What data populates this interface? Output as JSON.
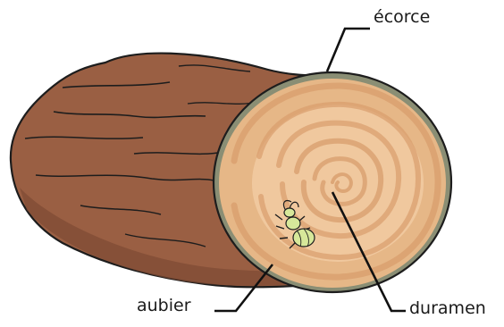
{
  "diagram": {
    "labels": {
      "bark": "écorce",
      "sapwood": "aubier",
      "heartwood": "duramen"
    },
    "parts": {
      "log_body": "log-body",
      "cross_section": "log-cross-section",
      "insect": "insect-larva-icon"
    },
    "colors": {
      "bark_fill": "#9a5f43",
      "bark_shadow": "#7d4a33",
      "bark_outline": "#1d1d1d",
      "bark_ring": "#8a8e74",
      "sapwood": "#e6b787",
      "heartwood": "#f0c89e",
      "growth_rings": "#d89d6c",
      "insect": "#d7e89a",
      "leader_lines": "#111111"
    }
  }
}
